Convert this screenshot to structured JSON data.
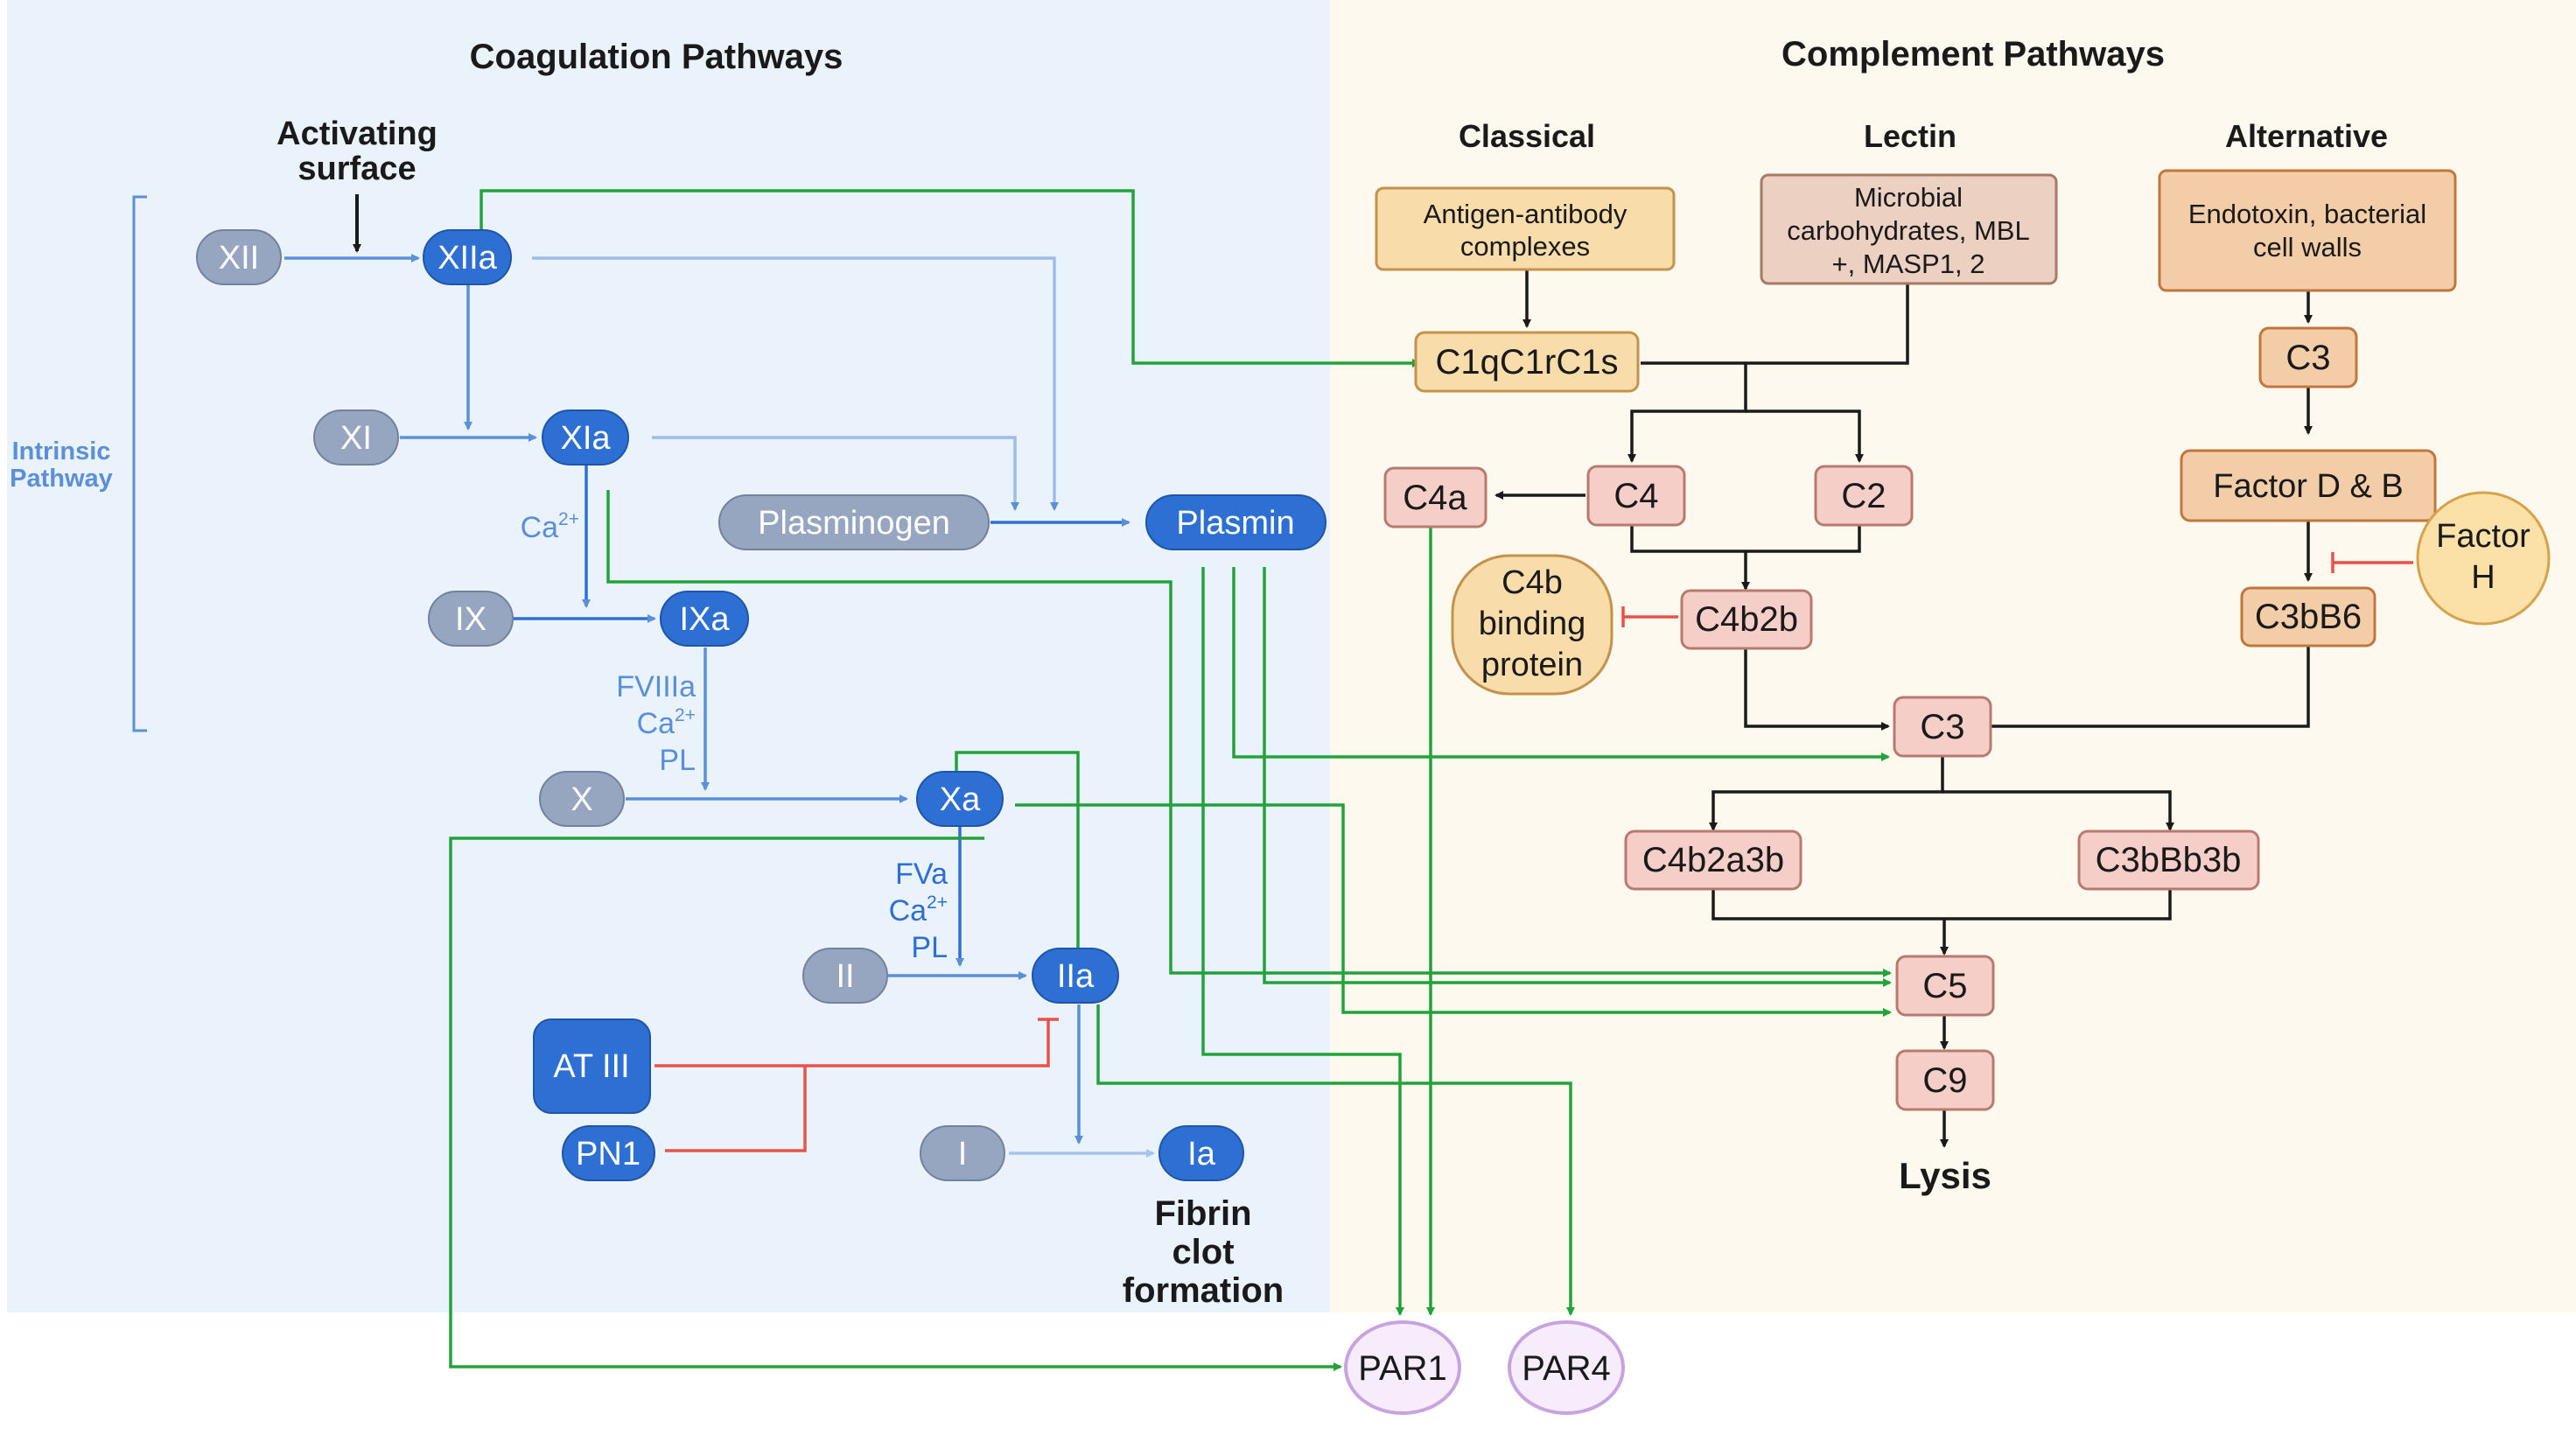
{
  "headers": {
    "coag": "Coagulation Pathways",
    "comp": "Complement Pathways",
    "classical": "Classical",
    "lectin": "Lectin",
    "alternative": "Alternative",
    "intrinsic_line1": "Intrinsic",
    "intrinsic_line2": "Pathway",
    "activating_line1": "Activating",
    "activating_line2": "surface",
    "fibrin_line1": "Fibrin",
    "fibrin_line2": "clot",
    "fibrin_line3": "formation",
    "lysis": "Lysis"
  },
  "cofactors": {
    "ca_xia": "Ca",
    "ixa_line1": "FVIIIa",
    "ixa_line2": "Ca",
    "ixa_line3": "PL",
    "xa_line1": "FVa",
    "xa_line2": "Ca",
    "xa_line3": "PL",
    "superscript": "2+"
  },
  "coag_nodes": {
    "xii": "XII",
    "xiia": "XIIa",
    "xi": "XI",
    "xia": "XIa",
    "ix": "IX",
    "ixa": "IXa",
    "x": "X",
    "xa": "Xa",
    "ii": "II",
    "iia": "IIa",
    "i": "I",
    "ia": "Ia",
    "plasminogen": "Plasminogen",
    "plasmin": "Plasmin",
    "atiii": "AT III",
    "pn1": "PN1"
  },
  "comp_nodes": {
    "antigen_line1": "Antigen-antibody",
    "antigen_line2": "complexes",
    "microbial_line1": "Microbial",
    "microbial_line2": "carbohydrates, MBL",
    "microbial_line3": "+, MASP1, 2",
    "endotoxin_line1": "Endotoxin, bacterial",
    "endotoxin_line2": "cell walls",
    "c1q": "C1qC1rC1s",
    "c3_alt": "C3",
    "factor_db": "Factor D & B",
    "factor_h_line1": "Factor",
    "factor_h_line2": "H",
    "c3bb6": "C3bB6",
    "c4a": "C4a",
    "c4": "C4",
    "c2": "C2",
    "c4bbp_line1": "C4b",
    "c4bbp_line2": "binding",
    "c4bbp_line3": "protein",
    "c4b2b": "C4b2b",
    "c3": "C3",
    "c4b2a3b": "C4b2a3b",
    "c3bbb3b": "C3bBb3b",
    "c5": "C5",
    "c9": "C9"
  },
  "receptors": {
    "par1": "PAR1",
    "par4": "PAR4"
  },
  "colors": {
    "coag_bg": "#eaf2fc",
    "comp_bg": "#fdf9ee",
    "light_blue": "#5b8fd8",
    "dark_blue": "#2d6fd3",
    "grey_node": "#97a6c0",
    "green": "#22a33a",
    "red": "#e8524a",
    "pink_node": "#f5cfc7",
    "orange_node": "#f8dcaa",
    "tan_node": "#f2cda8",
    "par_node": "#f6ecfb"
  }
}
